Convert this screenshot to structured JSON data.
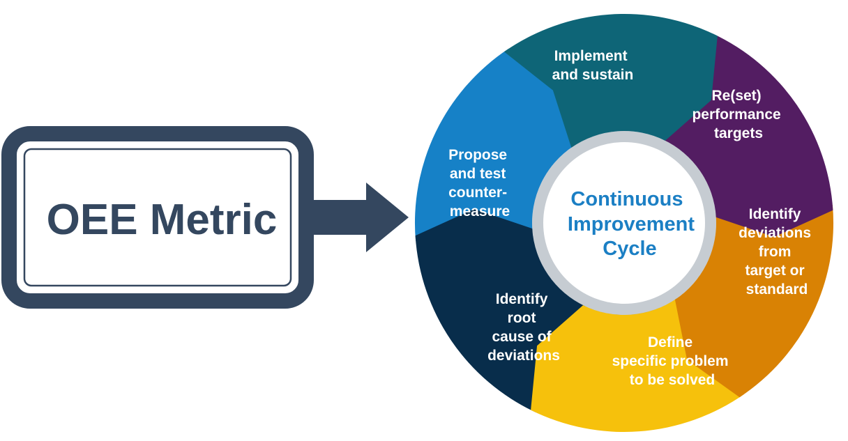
{
  "metric_box": {
    "label": "OEE Metric",
    "border_color": "#34475f",
    "text_color": "#34475f"
  },
  "arrow": {
    "icon": "right-arrow-icon",
    "color": "#34475f"
  },
  "cycle": {
    "center_lines": [
      "Continuous",
      "Improvement",
      "Cycle"
    ],
    "center_color": "#1b7fc4",
    "segments": [
      {
        "id": "implement",
        "lines": [
          "Implement",
          "and sustain"
        ],
        "color": "#0e6577"
      },
      {
        "id": "reset-targets",
        "lines": [
          "Re(set)",
          "performance",
          "targets"
        ],
        "color": "#531d62"
      },
      {
        "id": "identify-deviations",
        "lines": [
          "Identify",
          "deviations",
          "from",
          "target or",
          "standard"
        ],
        "color": "#d98204"
      },
      {
        "id": "define-problem",
        "lines": [
          "Define",
          "specific problem",
          "to be solved"
        ],
        "color": "#f6c10c"
      },
      {
        "id": "root-cause",
        "lines": [
          "Identify",
          "root",
          "cause of",
          "deviations"
        ],
        "color": "#082d4b"
      },
      {
        "id": "propose-test",
        "lines": [
          "Propose",
          "and test",
          "counter-",
          "measure"
        ],
        "color": "#1681c7"
      }
    ]
  }
}
